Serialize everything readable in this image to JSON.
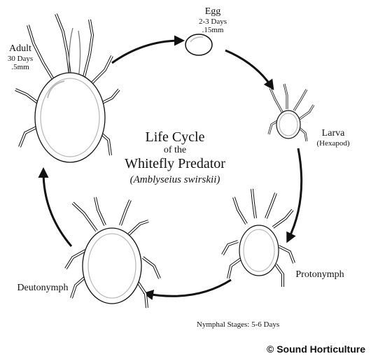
{
  "stages": {
    "egg": {
      "name": "Egg",
      "duration": "2-3 Days",
      "size": ".15mm"
    },
    "larva": {
      "name": "Larva",
      "note": "(Hexapod)"
    },
    "protonymph": {
      "name": "Protonymph"
    },
    "deutonymph": {
      "name": "Deutonymph"
    },
    "adult": {
      "name": "Adult",
      "duration": "30 Days",
      "size": ".5mm"
    }
  },
  "title": {
    "line1": "Life Cycle",
    "line2": "of the",
    "line3": "Whitefly Predator",
    "scientific": "(Amblyseius swirskii)"
  },
  "nymphal_note": "Nymphal Stages: 5-6 Days",
  "credit": "© Sound Horticulture",
  "colors": {
    "line": "#111111",
    "body_fill": "#ffffff",
    "shading": "#bfbfbf"
  },
  "icons": [
    "adult-mite-icon",
    "egg-icon",
    "larva-mite-icon",
    "protonymph-mite-icon",
    "deutonymph-mite-icon"
  ]
}
